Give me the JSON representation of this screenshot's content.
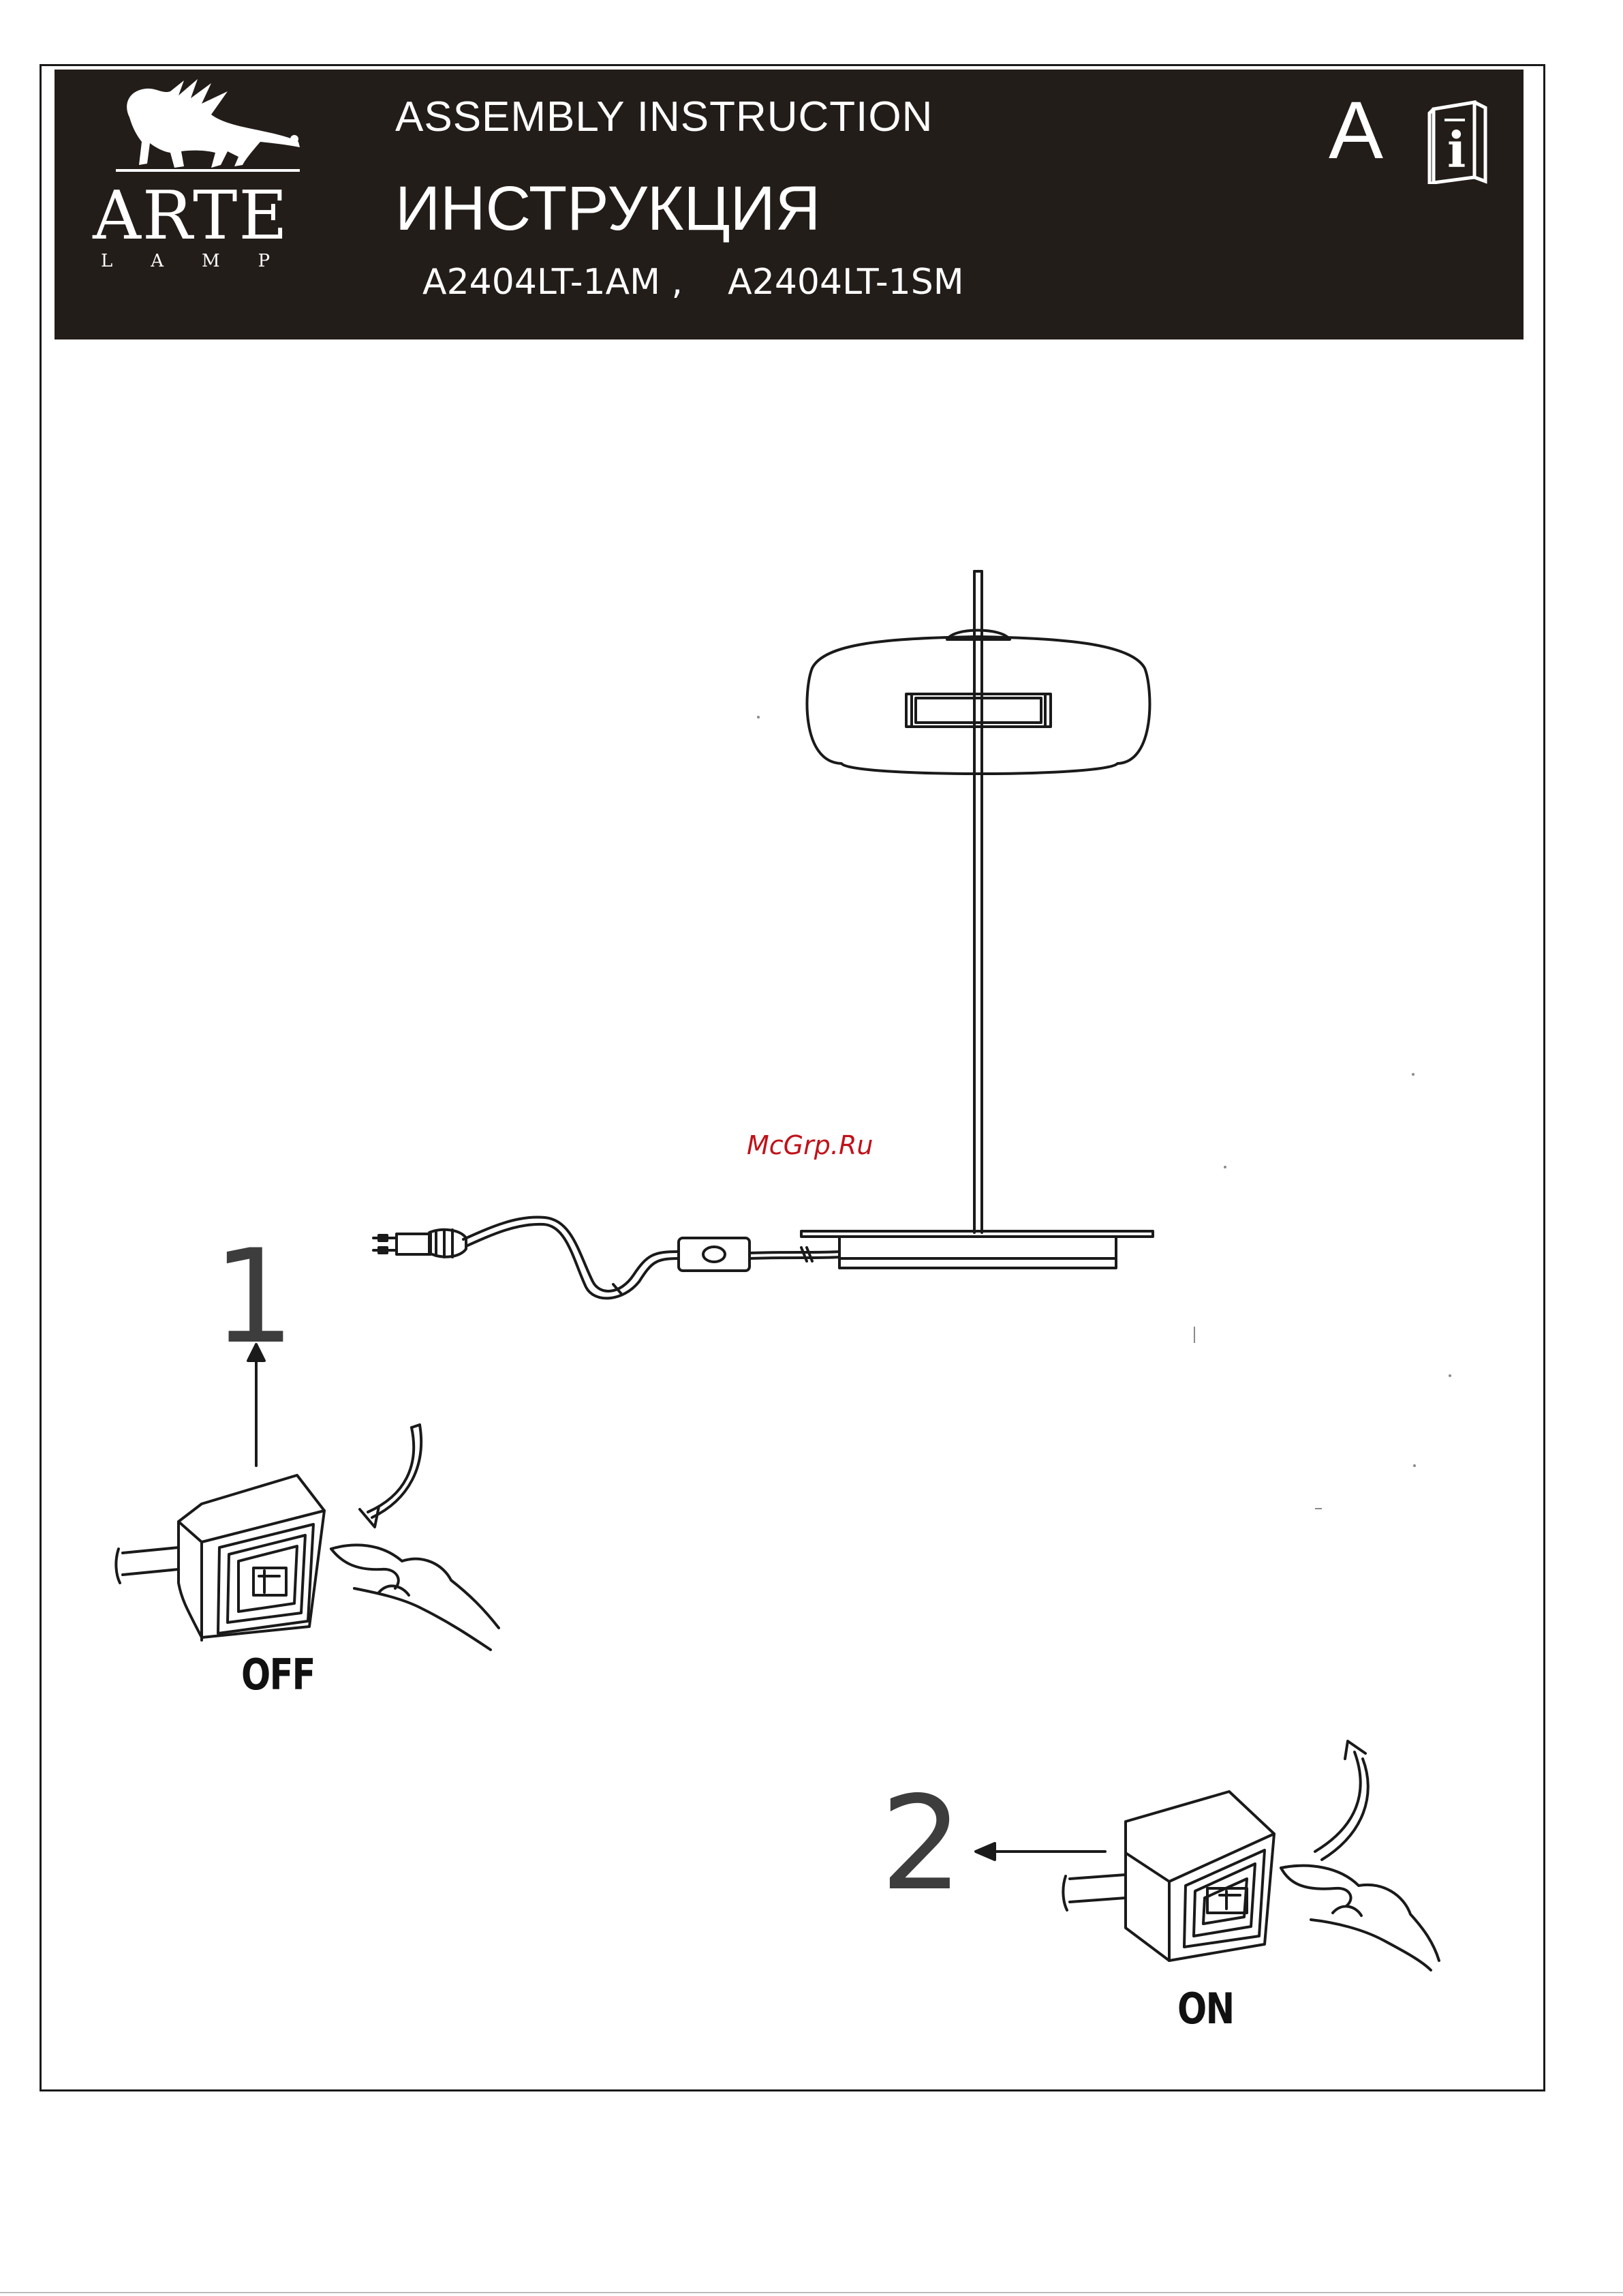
{
  "header": {
    "brand": "ARTE",
    "brand_sub": "LAMP",
    "title_en": "ASSEMBLY  INSTRUCTION",
    "title_ru": "ИНСТРУКЦИЯ",
    "models": "A2404LT-1AM ,    A2404LT-1SM",
    "language_letter": "A",
    "info_icon": "instruction-book-icon"
  },
  "watermark": "McGrp.Ru",
  "steps": [
    {
      "number": "1",
      "state": "OFF"
    },
    {
      "number": "2",
      "state": "ON"
    }
  ],
  "colors": {
    "header_bg": "#231d1a",
    "watermark": "#c0121a",
    "line_art": "#1a1a1a"
  }
}
